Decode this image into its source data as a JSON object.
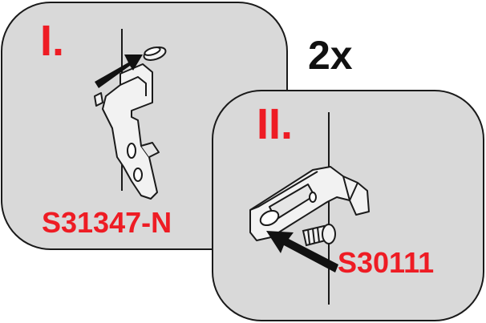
{
  "steps": [
    {
      "number": "I.",
      "part_code": "S31347-N"
    },
    {
      "number": "II.",
      "part_code": "S30111"
    }
  ],
  "quantity": "2x",
  "colors": {
    "panel_fill": "#d9d9d9",
    "outline": "#1a1a1a",
    "label_red": "#ee1c24",
    "part_fill": "#f2f2f2",
    "arrow": "#111111"
  }
}
